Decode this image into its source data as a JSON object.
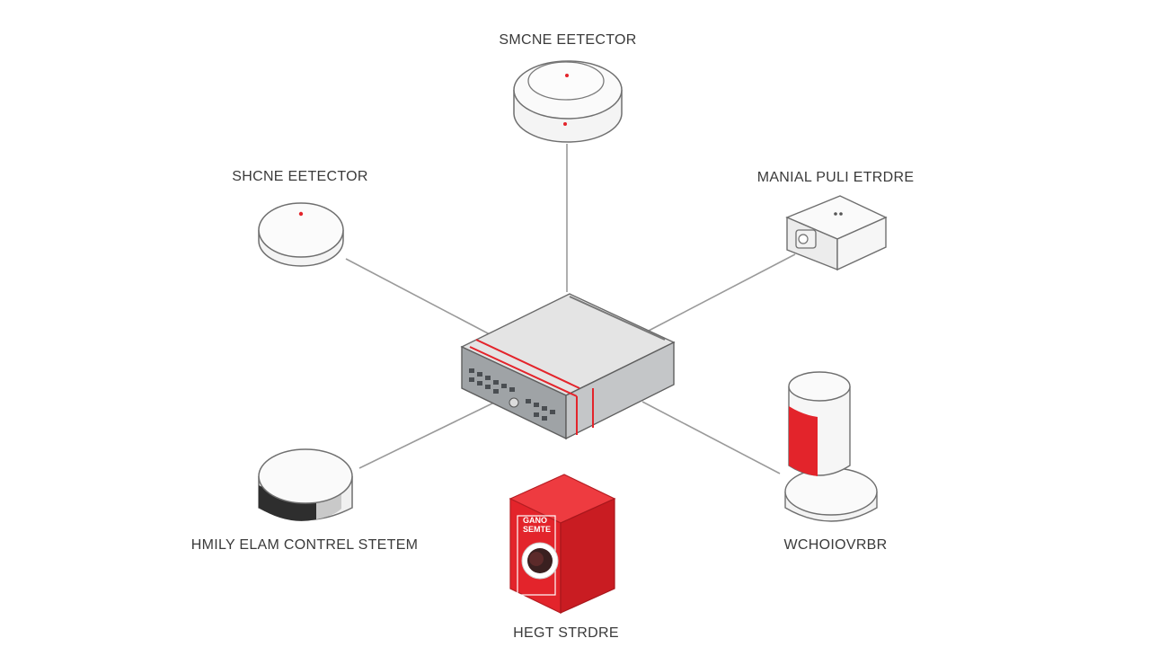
{
  "labels": {
    "top": "SMCNE EETECTOR",
    "left": "SHCNE EETECTOR",
    "right": "MANIAL PULI  ETRDRE",
    "bottom_left": "HMILY ELAM CONTREL STETEM",
    "bottom_right": "WCHOIOVRBR",
    "bottom": "HEGT STRDRE"
  },
  "devices": {
    "heat_panel_text": [
      "GANO",
      "SEMTE"
    ]
  },
  "colors": {
    "accent_red": "#e3242b",
    "line_gray": "#9a9a9a",
    "device_white": "#f4f4f4",
    "outline": "#6f6f6f"
  }
}
